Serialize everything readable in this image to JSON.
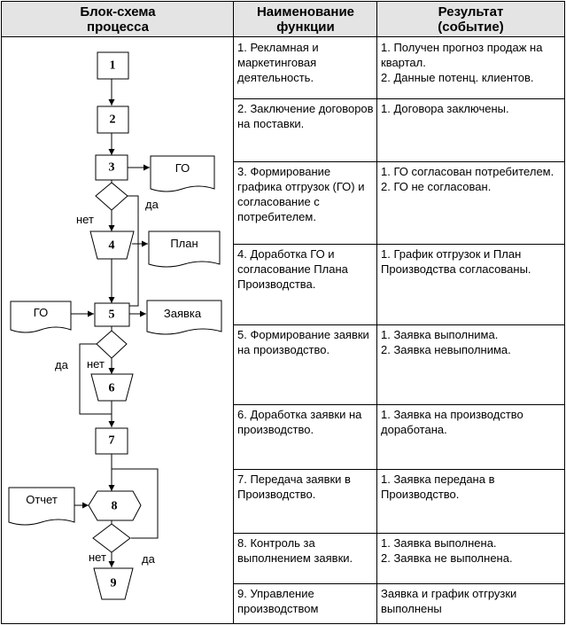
{
  "header": {
    "col1_line1": "Блок-схема",
    "col1_line2": "процесса",
    "col2_line1": "Наименование",
    "col2_line2": "функции",
    "col3_line1": "Результат",
    "col3_line2": "(событие)"
  },
  "rows": [
    {
      "function": "1. Рекламная и маркетинговая деятельность.",
      "result": "1. Получен прогноз продаж на квартал.\n2. Данные потенц. клиентов."
    },
    {
      "function": "2. Заключение договоров на поставки.",
      "result": "1. Договора заключены."
    },
    {
      "function": "3. Формирование графика отгрузок (ГО) и согласование с потребителем.",
      "result": "1. ГО согласован потребителем.\n2. ГО не согласован."
    },
    {
      "function": "4. Доработка ГО и согласование Плана Производства.",
      "result": "1. График отгрузок и План Производства согласованы."
    },
    {
      "function": "5. Формирование заявки на производство.",
      "result": "1. Заявка выполнима.\n2. Заявка невыполнима."
    },
    {
      "function": "6. Доработка заявки на производство.",
      "result": "1. Заявка на производство доработана."
    },
    {
      "function": "7. Передача заявки в Производство.",
      "result": "1. Заявка передана в Производство."
    },
    {
      "function": "8. Контроль за выполнением заявки.",
      "result": "1. Заявка выполнена.\n2. Заявка не выполнена."
    },
    {
      "function": "9. Управление производством",
      "result": "Заявка и график отгрузки выполнены"
    }
  ],
  "flowchart": {
    "steps": [
      "1",
      "2",
      "3",
      "4",
      "5",
      "6",
      "7",
      "8",
      "9"
    ],
    "doc_go_top": "ГО",
    "doc_plan": "План",
    "doc_go_left": "ГО",
    "doc_request": "Заявка",
    "doc_report": "Отчет",
    "yes": "да",
    "no": "нет"
  }
}
